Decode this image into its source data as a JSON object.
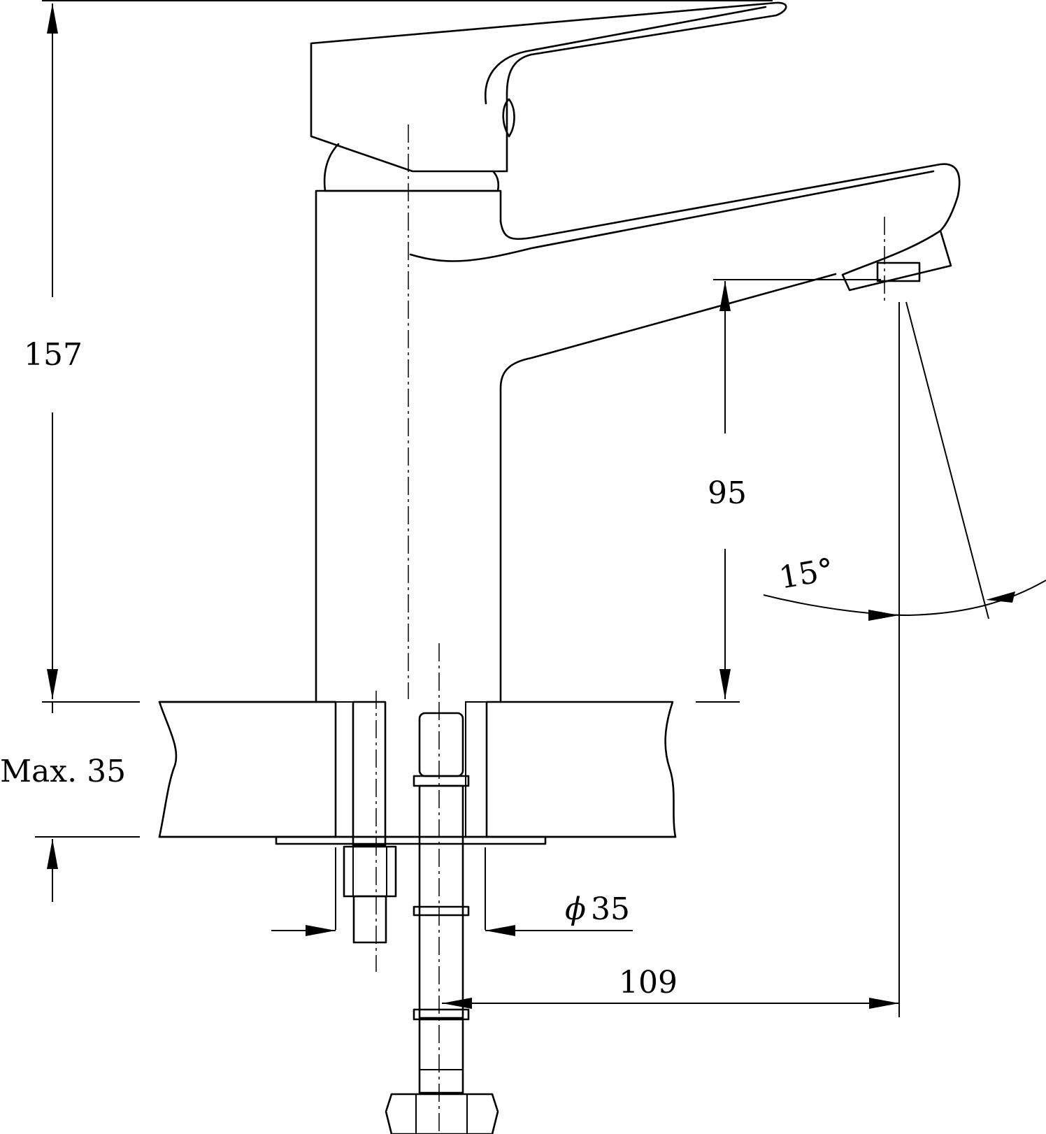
{
  "dimensions": {
    "overall_height": "157",
    "spout_height": "95",
    "max_deck_thickness": "Max. 35",
    "hole_diameter_symbol": "ϕ",
    "hole_diameter_value": "35",
    "spout_reach": "109",
    "spout_angle": "15°"
  }
}
